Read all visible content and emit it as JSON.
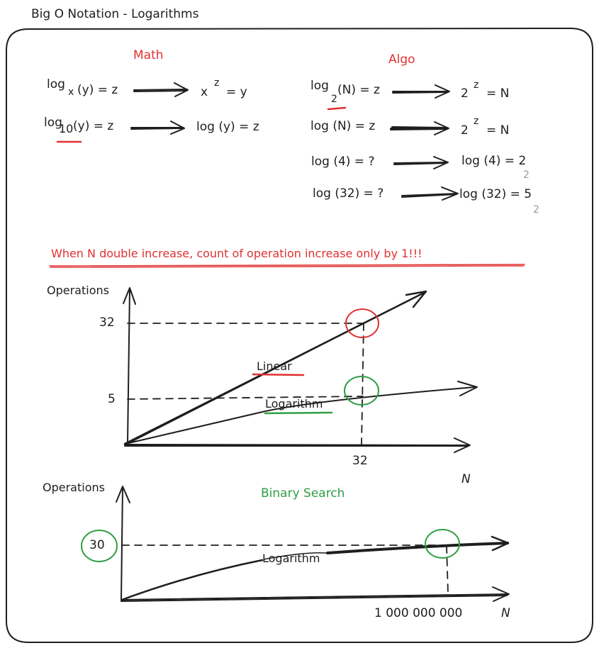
{
  "page": {
    "title": "Big O Notation - Logarithms"
  },
  "math": {
    "heading": "Math",
    "row1_left_log": "log",
    "row1_left_base": "x",
    "row1_left_rest": "(y) = z",
    "row1_right_base": "x",
    "row1_right_exp": "z",
    "row1_right_rest": "= y",
    "row2_left_log": "log",
    "row2_left_base": "10",
    "row2_left_rest": "(y) = z",
    "row2_right": "log (y) = z"
  },
  "algo": {
    "heading": "Algo",
    "row1_log": "log",
    "row1_base": "2",
    "row1_rest": "(N) = z",
    "row1_right_base": "2",
    "row1_right_exp": "z",
    "row1_right_rest": "= N",
    "row2_left": "log (N) = z",
    "row2_right_base": "2",
    "row2_right_exp": "z",
    "row2_right_rest": "= N",
    "row3_left": "log (4) = ?",
    "row3_right": "log (4) = 2",
    "row3_right_sub": "2",
    "row4_left": "log (32) = ?",
    "row4_right": "log (32) = 5",
    "row4_right_sub": "2"
  },
  "note": {
    "text": "When N double increase, count of operation increase only by 1!!!"
  },
  "chart1": {
    "y_axis_label": "Operations",
    "x_axis_label": "N",
    "y_tick_32": "32",
    "y_tick_5": "5",
    "x_tick_32": "32",
    "linear_label": "Linear",
    "log_label": "Logarithm"
  },
  "chart2": {
    "title": "Binary Search",
    "y_axis_label": "Operations",
    "x_axis_label": "N",
    "y_tick": "30",
    "x_tick": "1 000 000 000",
    "log_label": "Logarithm"
  },
  "colors": {
    "red": "#e03131",
    "green": "#2f9e44",
    "ink": "#1e1e1e",
    "gray": "#9a9a9a"
  }
}
